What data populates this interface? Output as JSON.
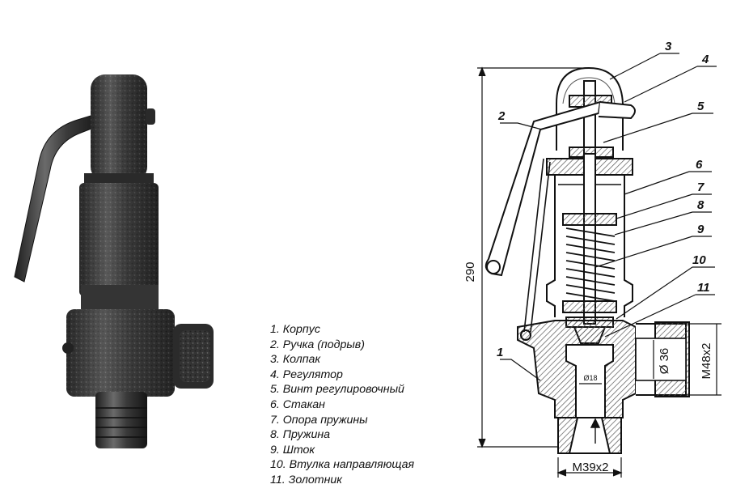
{
  "legend": [
    "1. Корпус",
    "2. Ручка (подрыв)",
    "3. Колпак",
    "4. Регулятор",
    "5. Винт регулировочный",
    "6. Стакан",
    "7. Опора пружины",
    "8. Пружина",
    "9. Шток",
    "10. Втулка направляющая",
    "11. Золотник"
  ],
  "callouts": [
    "1",
    "2",
    "3",
    "4",
    "5",
    "6",
    "7",
    "8",
    "9",
    "10",
    "11"
  ],
  "dimensions": {
    "height": "290",
    "outlet_bore": "Ø 36",
    "outlet_thread": "M48x2",
    "inlet_bore": "Ø18",
    "inlet_thread": "M39x2"
  },
  "colors": {
    "ink": "#111111",
    "hatch": "#555555",
    "photo_dark": "#2a2a2a",
    "photo_mid": "#5a5a5a"
  }
}
